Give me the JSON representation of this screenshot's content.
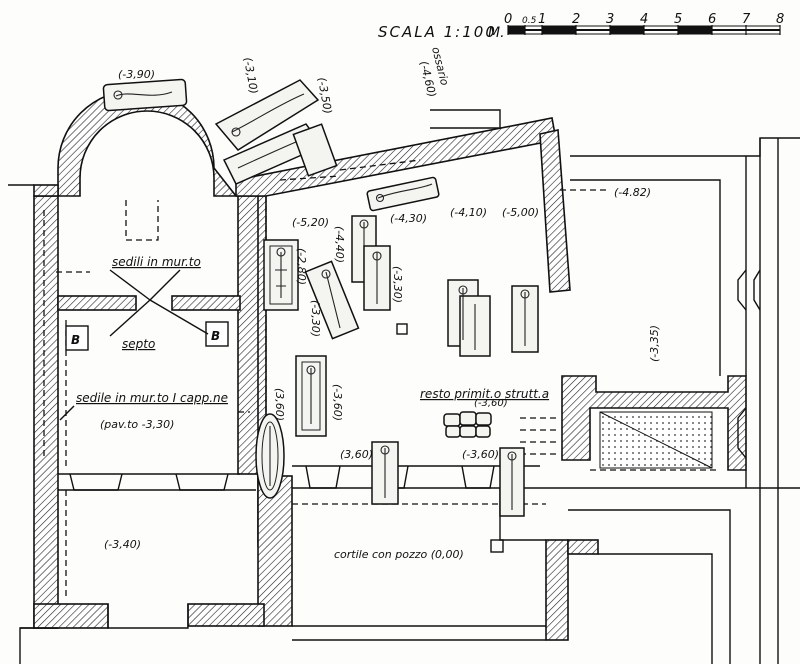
{
  "scale": {
    "title": "SCALA 1:100",
    "unit": "M.",
    "ticks": [
      "0",
      "0.5",
      "1",
      "2",
      "3",
      "4",
      "5",
      "6",
      "7",
      "8"
    ]
  },
  "labels": {
    "elev_tomb_outside": "(-3,90)",
    "elev_tomb_a": "(-3,10)",
    "elev_tomb_b": "(-3,50)",
    "ossuary": "ossario",
    "elev_ossuary": "(-4,60)",
    "elev_520": "(-5,20)",
    "elev_430": "(-4,30)",
    "elev_410": "(-4,10)",
    "elev_500": "(-5,00)",
    "elev_482": "(-4.82)",
    "elev_440": "(-4,40)",
    "elev_280": "(-2,80)",
    "elev_330a": "(-3,30)",
    "elev_330b": "(-3,30)",
    "elev_335": "(-3,35)",
    "elev_360a": "(-3,60)",
    "elev_360b": "(3,60)",
    "elev_360c": "(3,60)",
    "elev_360d": "(-3,60)",
    "elev_360e": "(-3,60)",
    "elev_340": "(-3,40)",
    "benches": "sedili in mur.to",
    "septum": "septo",
    "bench_chapel": "sedile in mur.to I capp.ne",
    "floor_level": "(pav.to -3,30)",
    "remains": "resto primit.o strutt.a",
    "courtyard": "cortile con pozzo (0,00)",
    "mark_b1": "B",
    "mark_b2": "B"
  },
  "colors": {
    "ink": "#111111",
    "paper": "#fdfdfb"
  }
}
